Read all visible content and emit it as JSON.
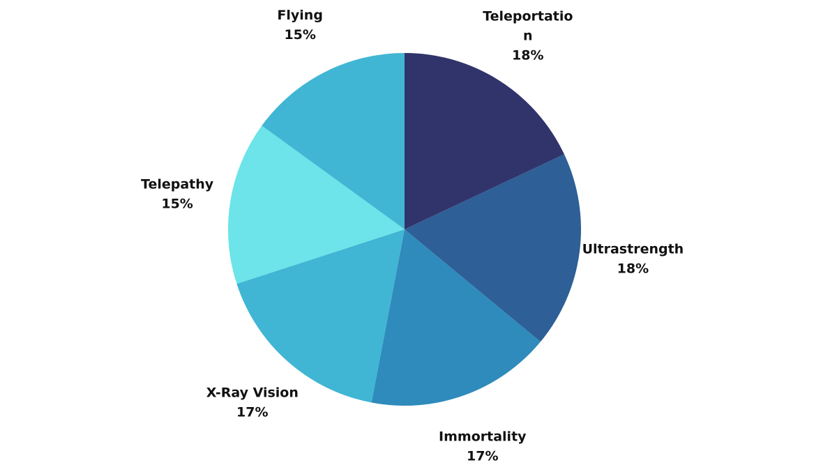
{
  "chart_data": {
    "type": "pie",
    "slices": [
      {
        "label": "Teleportation",
        "label_lines": [
          "Teleportatio",
          "n"
        ],
        "percent_label": "18%",
        "value": 18,
        "color": "#31346a"
      },
      {
        "label": "Ultrastrength",
        "label_lines": [
          "Ultrastrength"
        ],
        "percent_label": "18%",
        "value": 18,
        "color": "#2e5f96"
      },
      {
        "label": "Immortality",
        "label_lines": [
          "Immortality"
        ],
        "percent_label": "17%",
        "value": 17,
        "color": "#2e8bbb"
      },
      {
        "label": "X-Ray Vision",
        "label_lines": [
          "X-Ray Vision"
        ],
        "percent_label": "17%",
        "value": 17,
        "color": "#41b5d4"
      },
      {
        "label": "Telepathy",
        "label_lines": [
          "Telepathy"
        ],
        "percent_label": "15%",
        "value": 15,
        "color": "#6ce4e9"
      },
      {
        "label": "Flying",
        "label_lines": [
          "Flying"
        ],
        "percent_label": "15%",
        "value": 15,
        "color": "#41b6d4"
      }
    ]
  }
}
